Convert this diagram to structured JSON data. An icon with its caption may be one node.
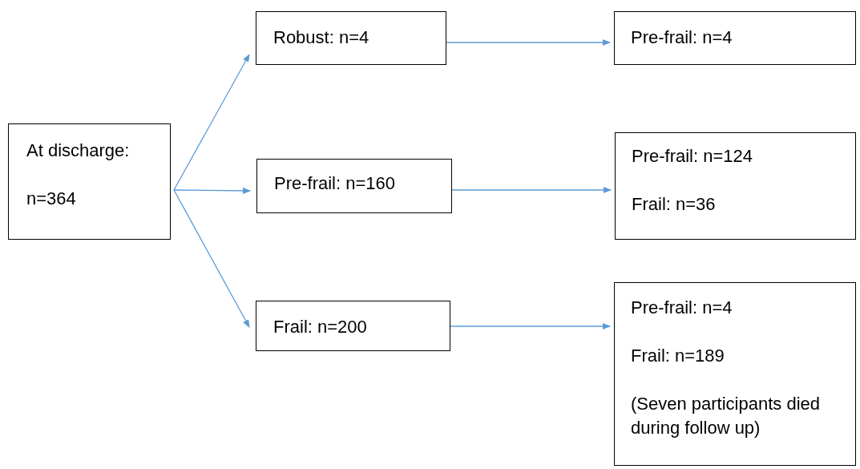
{
  "diagram": {
    "nodes": [
      {
        "text": [
          "At discharge:",
          "n=364"
        ]
      },
      {
        "text": [
          "Robust: n=4"
        ]
      },
      {
        "text": [
          "Pre-frail: n=160"
        ]
      },
      {
        "text": [
          "Frail: n=200"
        ]
      },
      {
        "text": [
          "Pre-frail: n=4"
        ]
      },
      {
        "text": [
          "Pre-frail: n=124",
          "Frail: n=36"
        ]
      },
      {
        "text": [
          "Pre-frail: n=4",
          "Frail: n=189",
          "(Seven participants died during follow up)"
        ]
      }
    ],
    "edges": [
      {
        "from": 0,
        "to": 1,
        "arrow": "to"
      },
      {
        "from": 0,
        "to": 2,
        "arrow": "to"
      },
      {
        "from": 0,
        "to": 3,
        "arrow": "to"
      },
      {
        "from": 1,
        "to": 4,
        "arrow": "to"
      },
      {
        "from": 2,
        "to": 5,
        "arrow": "to"
      },
      {
        "from": 3,
        "to": 6,
        "arrow": "to"
      }
    ]
  }
}
